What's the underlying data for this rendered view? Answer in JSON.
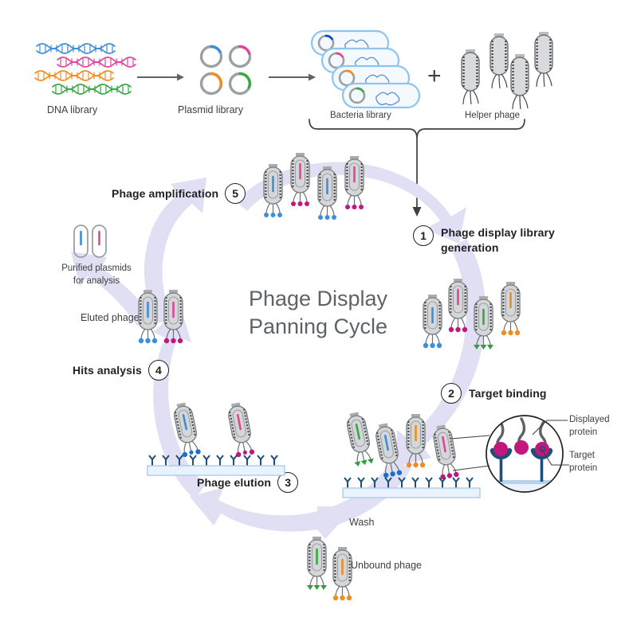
{
  "title": "Phage Display Panning Cycle",
  "center": {
    "line1": "Phage Display",
    "line2": "Panning Cycle"
  },
  "palette": {
    "blue": "#3d8ed9",
    "pink": "#e0459a",
    "orange": "#f08c22",
    "green": "#37a845",
    "gray_body": "#d5d6d8",
    "gray_outline": "#7a7d80",
    "arrow_lavender": "#e0dff4",
    "plate_blue": "#cfe2f7",
    "plate_fill": "#eaf3fd",
    "receptor_navy": "#1f4e79",
    "protein_magenta": "#c2187c",
    "text": "#3c4043",
    "text_dark": "#202124",
    "bacteria_border": "#8ec5ef",
    "chromosome": "#5b8fd0"
  },
  "top_row": {
    "dna_library": {
      "label": "DNA library",
      "strand_colors": [
        "#3d8ed9",
        "#e0459a",
        "#f08c22",
        "#37a845"
      ]
    },
    "arrow1": {
      "name": "arrow-dna-to-plasmid"
    },
    "plasmid_library": {
      "label": "Plasmid library",
      "plasmid_colors": [
        "#3d8ed9",
        "#e0459a",
        "#f08c22",
        "#37a845"
      ]
    },
    "arrow2": {
      "name": "arrow-plasmid-to-bacteria"
    },
    "bacteria_library": {
      "label": "Bacteria library",
      "cell_colors": [
        "#3d8ed9",
        "#e0459a",
        "#f08c22",
        "#37a845"
      ]
    },
    "plus_sign": "+",
    "helper_phage": {
      "label": "Helper phage",
      "count": 4
    },
    "brace_arrow": {
      "name": "brace-to-step-1"
    }
  },
  "steps": [
    {
      "id": 1,
      "number": "1",
      "label": "Phage display library generation",
      "two_line": true
    },
    {
      "id": 2,
      "number": "2",
      "label": "Target binding",
      "two_line": false
    },
    {
      "id": 3,
      "number": "3",
      "label": "Phage elution",
      "two_line": false
    },
    {
      "id": 4,
      "number": "4",
      "label": "Hits analysis",
      "two_line": false
    },
    {
      "id": 5,
      "number": "5",
      "label": "Phage amplification",
      "two_line": false
    }
  ],
  "annotations": {
    "purified_plasmids": {
      "line1": "Purified plasmids",
      "line2": "for analysis",
      "colors": [
        "#3d8ed9",
        "#e0459a"
      ]
    },
    "eluted_phage": {
      "label": "Eluted phage",
      "colors": [
        "#3d8ed9",
        "#e0459a"
      ]
    },
    "wash": {
      "label": "Wash"
    },
    "unbound_phage": {
      "label": "Unbound phage",
      "colors": [
        "#37a845",
        "#f08c22"
      ]
    },
    "displayed_protein": {
      "line1": "Displayed",
      "line2": "protein"
    },
    "target_protein": {
      "line1": "Target",
      "line2": "protein"
    }
  },
  "phage_groups": {
    "step5_amplification": {
      "colors": [
        "#3d8ed9",
        "#e0459a",
        "#3d8ed9",
        "#e0459a"
      ],
      "tip": "round"
    },
    "step1_generation": {
      "colors": [
        "#3d8ed9",
        "#e0459a",
        "#37a845",
        "#f08c22"
      ],
      "tips": [
        "round",
        "round",
        "triangle",
        "round"
      ]
    },
    "step2_binding": {
      "colors": [
        "#37a845",
        "#3d8ed9",
        "#f08c22",
        "#e0459a"
      ],
      "tips": [
        "triangle",
        "round",
        "round",
        "round"
      ]
    },
    "step3_elution": {
      "colors": [
        "#3d8ed9",
        "#e0459a"
      ],
      "tip": "round"
    }
  }
}
